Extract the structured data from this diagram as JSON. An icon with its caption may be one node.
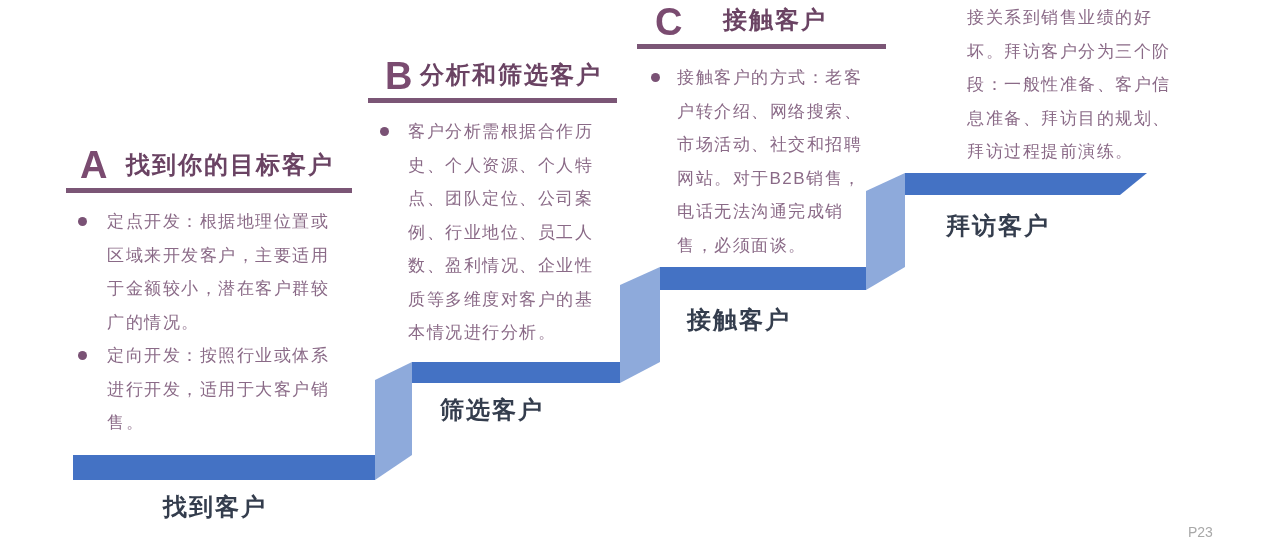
{
  "diagram": {
    "nodes": [
      {
        "text": [
          "找到客户"
        ],
        "beside": [
          "A",
          "找到你的目标客户",
          "定点开发：根据地理位置或区域来开发客户，主要适用于金额较小，潜在客户群较广的情况。",
          "定向开发：按照行业或体系进行开发，适用于大客户销售。"
        ]
      },
      {
        "text": [],
        "shape": "bar"
      },
      {
        "text": [
          "筛选客户"
        ],
        "beside": [
          "B",
          "分析和筛选客户",
          "客户分析需根据合作历史、个人资源、个人特点、团队定位、公司案例、行业地位、员工人数、盈利情况、企业性质等多维度对客户的基本情况进行分析。"
        ]
      },
      {
        "text": [],
        "shape": "bar"
      },
      {
        "text": [
          "接触客户"
        ],
        "beside": [
          "C",
          "接触客户",
          "接触客户的方式：老客户转介绍、网络搜索、市场活动、社交和招聘网站。对于B2B销售，电话无法沟通完成销售，必须面谈。"
        ]
      },
      {
        "text": [],
        "shape": "bar"
      },
      {
        "text": [
          "拜访客户"
        ],
        "beside": [
          "接关系到销售业绩的好坏。拜访客户分为三个阶段：一般性准备、客户信息准备、拜访目的规划、拜访过程提前演练。"
        ]
      }
    ],
    "labels": [
      "P23"
    ]
  }
}
